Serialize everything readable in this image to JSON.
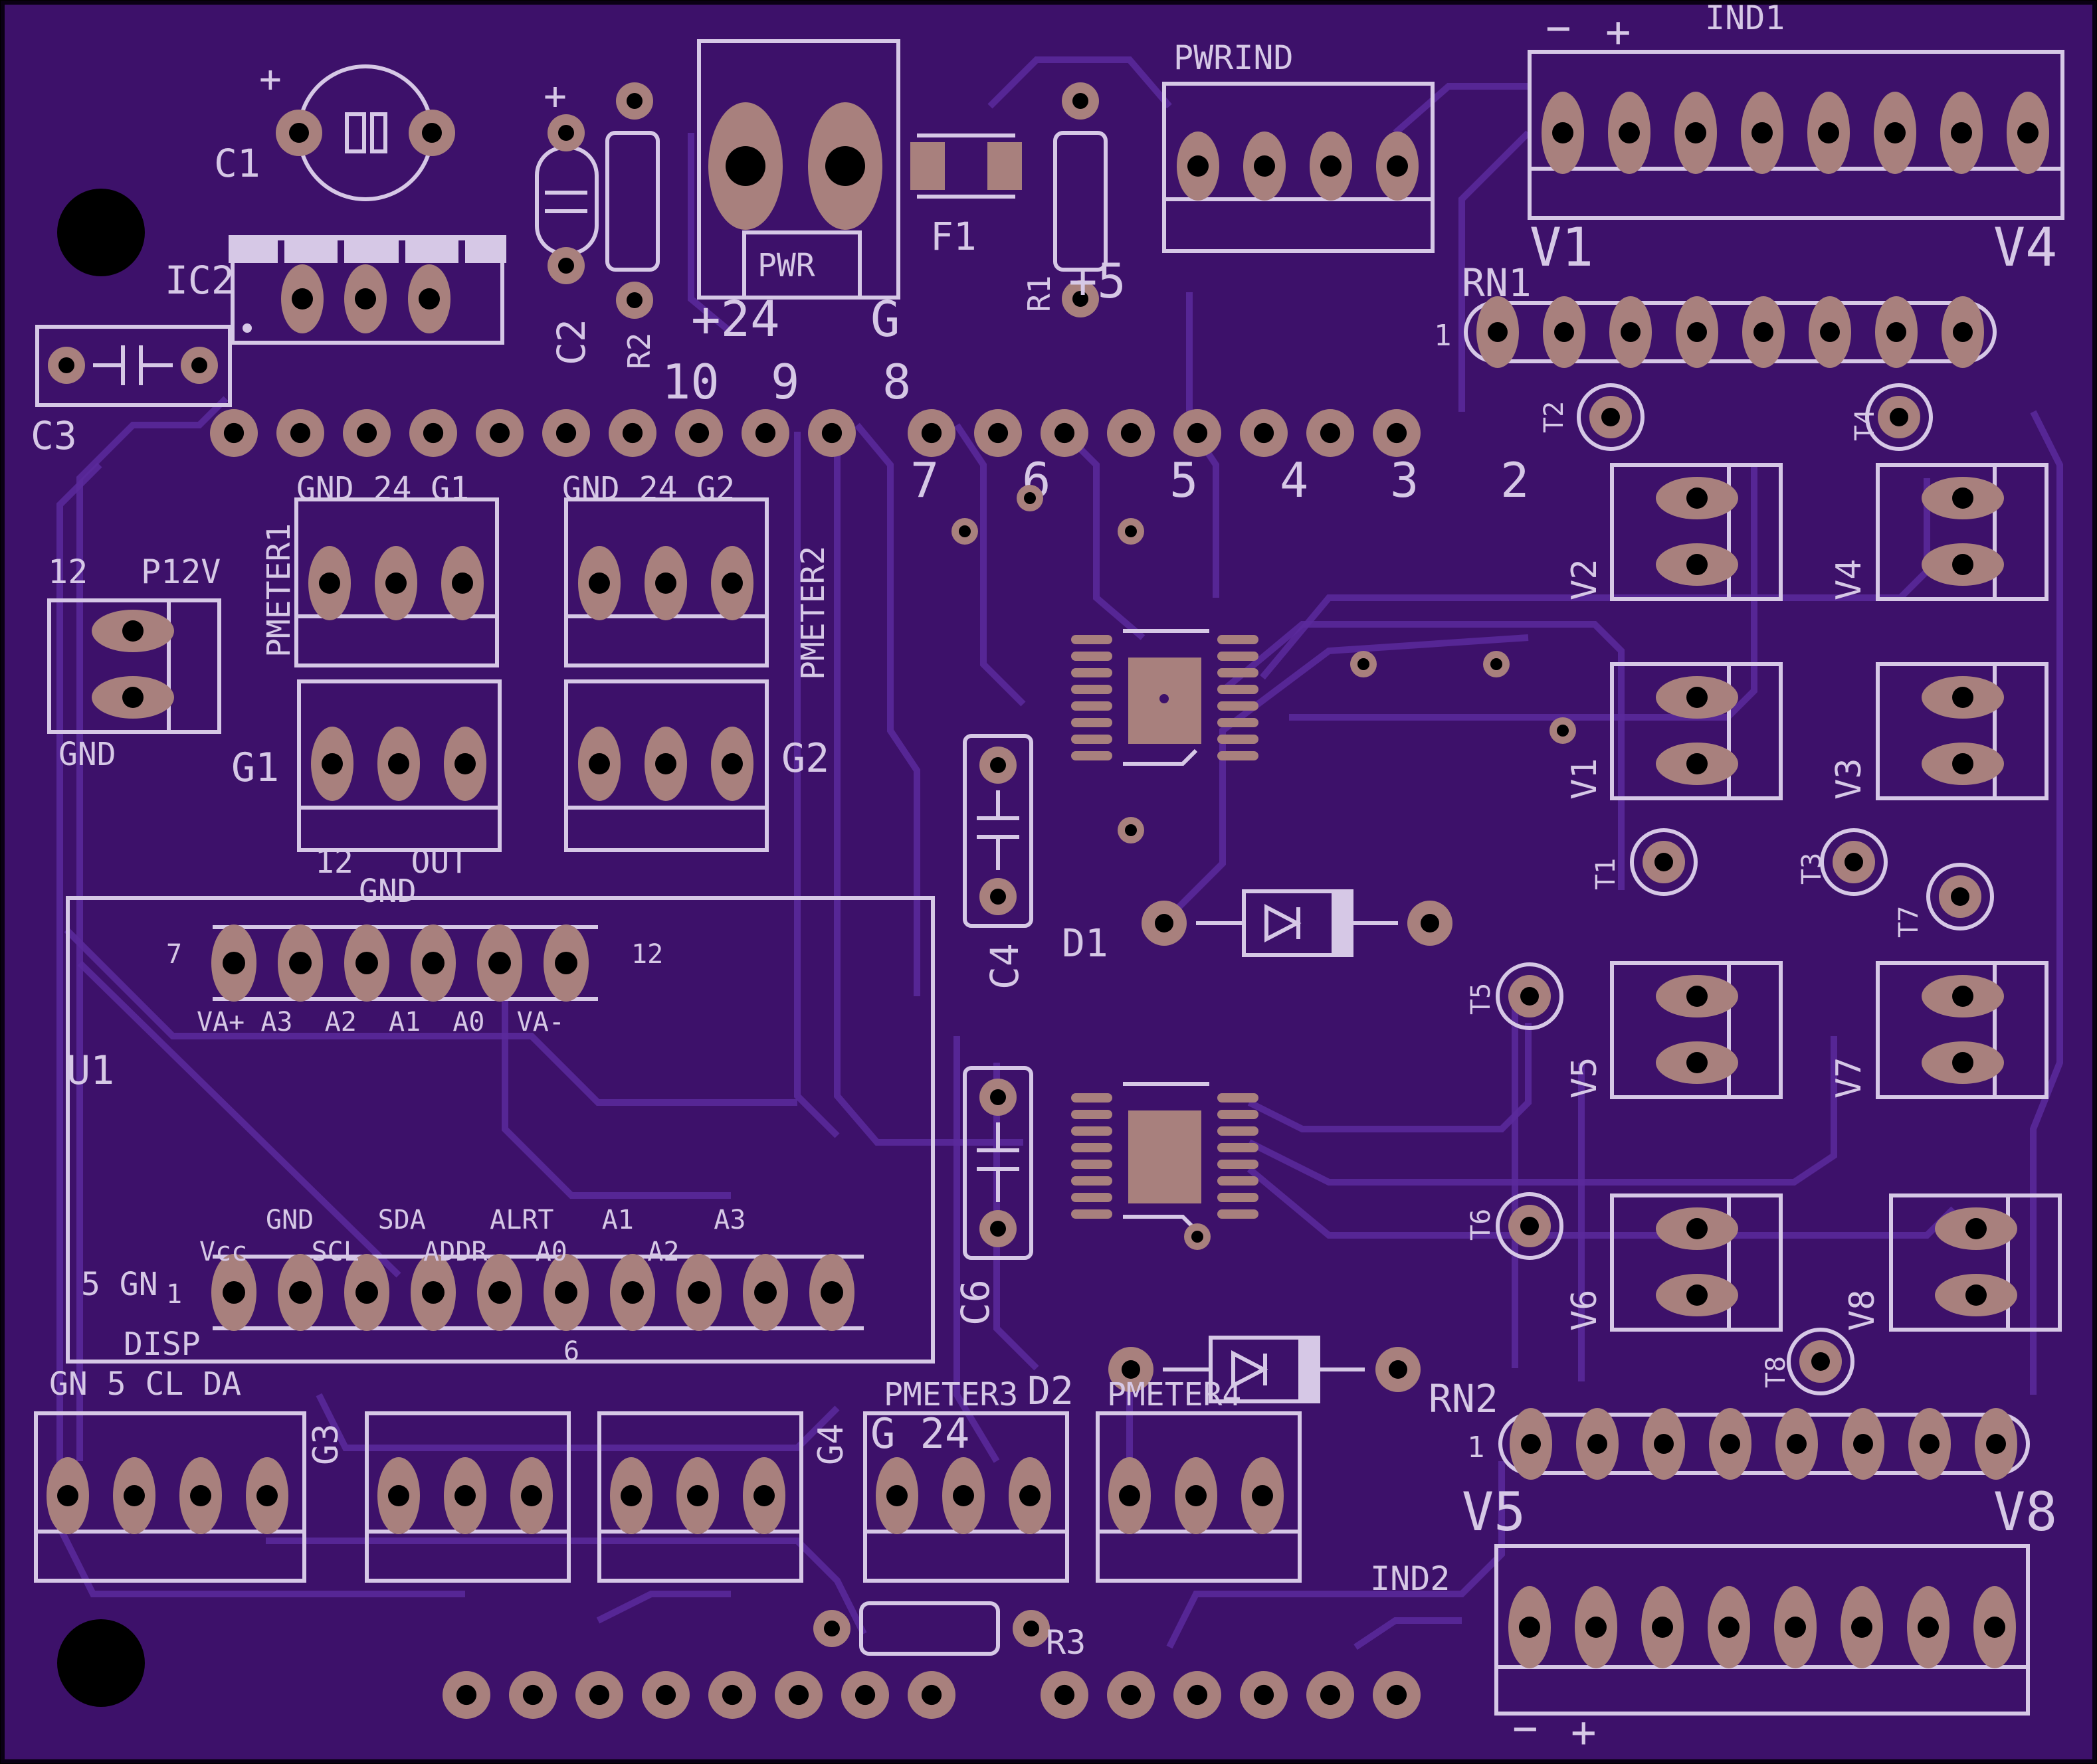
{
  "board": {
    "colors": {
      "background": "#000000",
      "solder_mask": "#3d116a",
      "trace": "#5a2a9c",
      "silkscreen": "#d6c8e6",
      "copper_pad": "#a8807d",
      "drill": "#000000"
    },
    "labels": {
      "c1": "C1",
      "c1_plus": "+",
      "ic2": "IC2",
      "c3": "C3",
      "c2": "C2",
      "c2_plus": "+",
      "r2": "R2",
      "pwr": "PWR",
      "f1": "F1",
      "r1": "R1",
      "plus5": "+5",
      "plus24": "+24",
      "g_pwr": "G",
      "pwrind": "PWRIND",
      "ind1": "IND1",
      "ind1_minus": "−",
      "ind1_plus": "+",
      "v1_top": "V1",
      "v4_top": "V4",
      "rn1": "RN1",
      "rn1_pin1": "1",
      "hdr_10": "10",
      "hdr_9": "9",
      "hdr_8": "8",
      "hdr_7": "7",
      "hdr_6": "6",
      "hdr_5": "5",
      "hdr_4": "4",
      "hdr_3": "3",
      "hdr_2": "2",
      "pm1_top": "GND 24 G1",
      "pm2_top": "GND 24 G2",
      "pmeter1": "PMETER1",
      "pmeter2": "PMETER2",
      "p12v_12": "12",
      "p12v": "P12V",
      "p12v_gnd": "GND",
      "g1": "G1",
      "g2": "G2",
      "g1_bottom": "12   OUT",
      "g1_gnd": "GND",
      "t2": "T2",
      "t4": "T4",
      "v2": "V2",
      "v4": "V4",
      "v1": "V1",
      "v3": "V3",
      "t1": "T1",
      "t3": "T3",
      "t7": "T7",
      "t5": "T5",
      "v5": "V5",
      "v7": "V7",
      "t6": "T6",
      "v6": "V6",
      "v8": "V8",
      "t8": "T8",
      "c4": "C4",
      "d1": "D1",
      "c6": "C6",
      "d2": "D2",
      "u1": "U1",
      "u1_pin7": "7",
      "u1_pin12": "12",
      "u1_top_pins": "VA+ A3  A2  A1  A0  VA-",
      "u1_bot_row1": "GND    SDA    ALRT   A1     A3",
      "u1_bot_row2": "Vcc    SCL    ADDR   A0     A2",
      "u1_five_gn": "5 GN",
      "u1_pin1": "1",
      "u1_pin6": "6",
      "disp": "DISP",
      "disp_hdr": "GN 5 CL DA",
      "g3": "G3",
      "g4": "G4",
      "pmeter3": "PMETER3",
      "pmeter4": "PMETER4",
      "pm3_sub": "G 24",
      "rn2": "RN2",
      "rn2_pin1": "1",
      "v5_bot": "V5",
      "v8_bot": "V8",
      "ind2": "IND2",
      "ind2_minus": "−",
      "ind2_plus": "+",
      "r3": "R3"
    }
  }
}
